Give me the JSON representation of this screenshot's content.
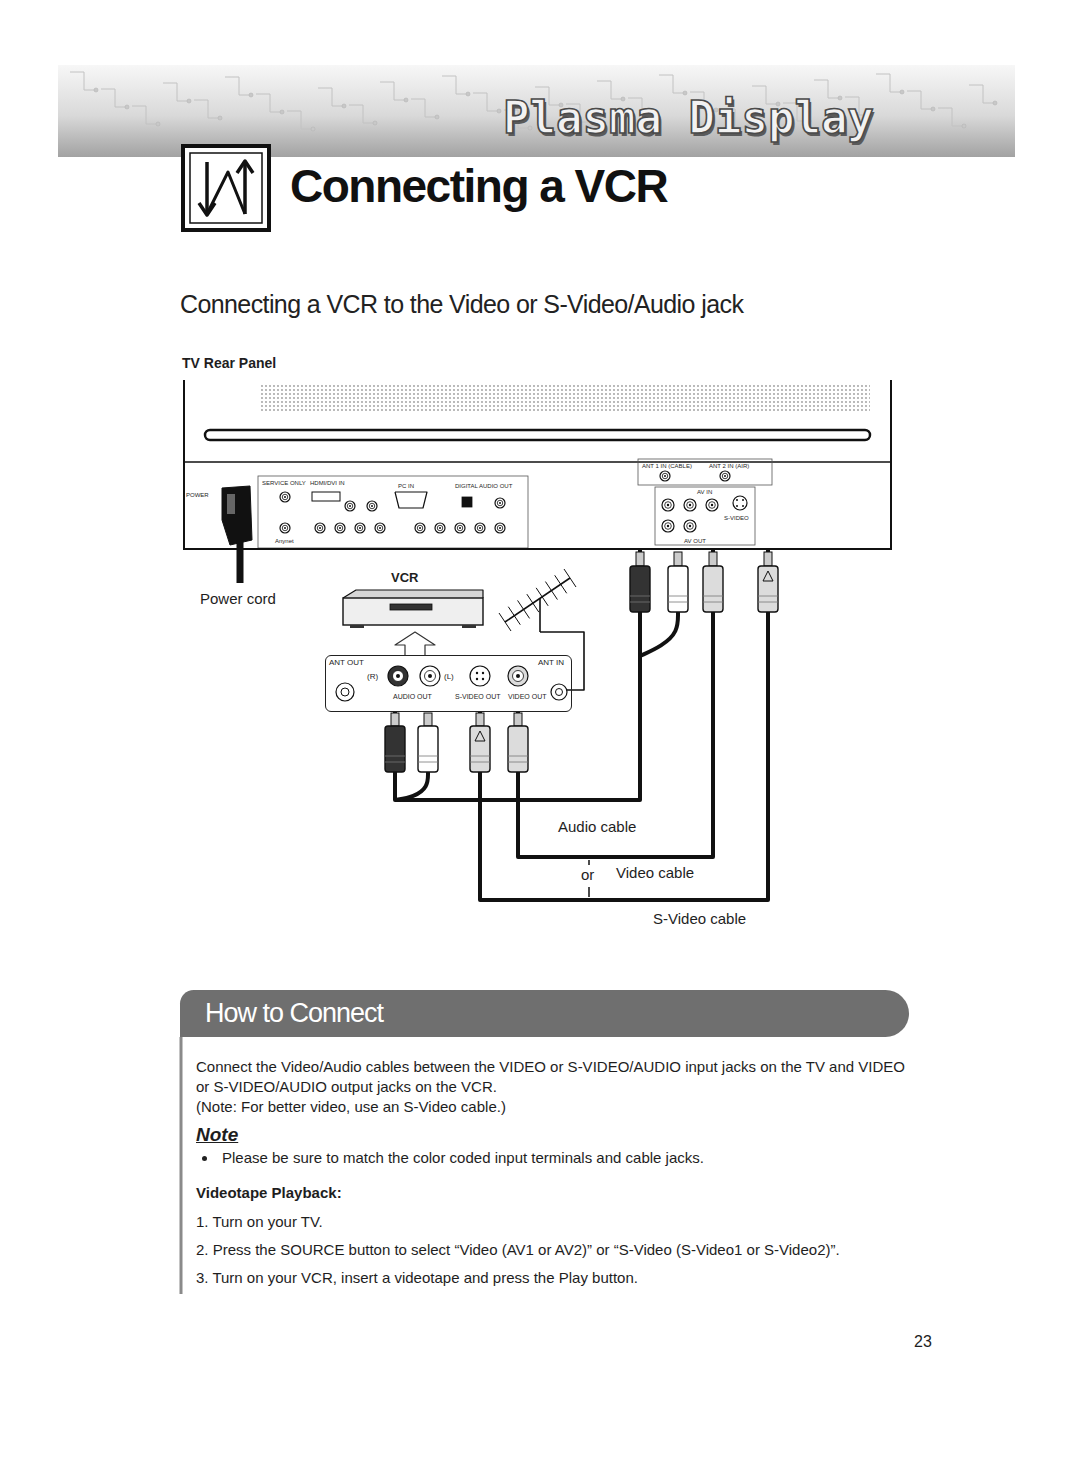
{
  "diagram": {
    "title": "Connecting a VCR",
    "nodes": [
      {
        "text": [
          "TV Rear Panel"
        ]
      },
      {
        "text": [
          "VCR"
        ]
      },
      {
        "text": [
          "ANT OUT",
          "(R)",
          "(L)",
          "AUDIO OUT",
          "S-VIDEO OUT",
          "VIDEO OUT",
          "ANT IN"
        ]
      },
      {
        "text": [
          "How to Connect"
        ]
      }
    ],
    "edges": [
      {
        "from": 2,
        "to": 0,
        "arrow": "none",
        "label": "Audio cable"
      },
      {
        "from": 2,
        "to": 0,
        "arrow": "none",
        "label": "Video cable"
      },
      {
        "from": 2,
        "to": 0,
        "arrow": "none",
        "label": "S-Video cable"
      }
    ],
    "labels": [
      "Plasma Display",
      "Connecting a VCR to the Video or S-Video/Audio jack",
      "Power cord",
      "or",
      "Connect the Video/Audio cables between the VIDEO or S-VIDEO/AUDIO input jacks on the TV and VIDEO or S-VIDEO/AUDIO output jacks on the VCR.",
      "(Note: For better video, use an S-Video cable.)",
      "Note",
      "Please be sure to match the color coded input terminals and cable jacks.",
      "Videotape Playback:",
      "1. Turn on your TV.",
      "2. Press the SOURCE button to select “Video (AV1 or AV2)” or “S-Video (S-Video1 or S-Video2)”.",
      "3. Turn on your VCR, insert a videotape and press the Play button.",
      "23",
      "POWER",
      "SERVICE ONLY",
      "HDMI/DVI IN",
      "PC IN",
      "DIGITAL AUDIO OUT",
      "Anynet",
      "ANT 1 IN (CABLE)",
      "ANT 2 IN (AIR)",
      "AV IN",
      "S-VIDEO",
      "AV OUT"
    ]
  }
}
